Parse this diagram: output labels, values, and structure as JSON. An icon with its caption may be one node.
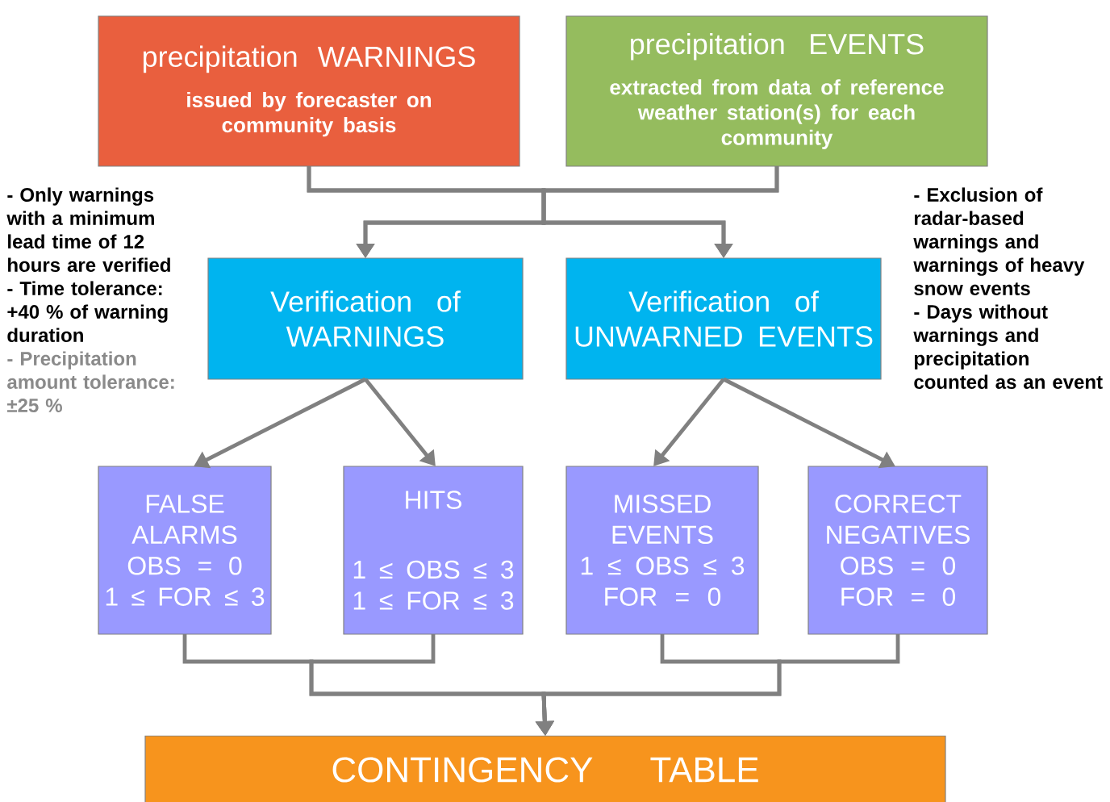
{
  "diagram": {
    "nodes": [
      {
        "text": [
          "precipitation WARNINGS",
          "issued by forecaster on community basis"
        ]
      },
      {
        "text": [
          "precipitation EVENTS",
          "extracted from data of reference weather station(s) for each community"
        ]
      },
      {
        "text": [
          "Verification of WARNINGS"
        ]
      },
      {
        "text": [
          "Verification of UNWARNED EVENTS"
        ]
      },
      {
        "text": [
          "FALSE ALARMS",
          "OBS = 0",
          "1 ≤ FOR ≤ 3"
        ]
      },
      {
        "text": [
          "HITS",
          "1 ≤ OBS ≤ 3",
          "1 ≤ FOR ≤ 3"
        ]
      },
      {
        "text": [
          "MISSED EVENTS",
          "1 ≤ OBS ≤ 3",
          "FOR = 0"
        ]
      },
      {
        "text": [
          "CORRECT NEGATIVES",
          "OBS = 0",
          "FOR = 0"
        ]
      },
      {
        "text": [
          "CONTINGENCY TABLE"
        ]
      }
    ],
    "edges": [
      {
        "from": 0,
        "to": 2,
        "arrow": "to"
      },
      {
        "from": 0,
        "to": 3,
        "arrow": "to"
      },
      {
        "from": 1,
        "to": 2,
        "arrow": "to"
      },
      {
        "from": 1,
        "to": 3,
        "arrow": "to"
      },
      {
        "from": 2,
        "to": 4,
        "arrow": "to"
      },
      {
        "from": 2,
        "to": 5,
        "arrow": "to"
      },
      {
        "from": 3,
        "to": 6,
        "arrow": "to"
      },
      {
        "from": 3,
        "to": 7,
        "arrow": "to"
      },
      {
        "from": 4,
        "to": 8,
        "arrow": "to"
      },
      {
        "from": 5,
        "to": 8,
        "arrow": "to"
      },
      {
        "from": 6,
        "to": 8,
        "arrow": "to"
      },
      {
        "from": 7,
        "to": 8,
        "arrow": "to"
      }
    ],
    "labels": [
      "- Only warnings with a minimum lead time of 12 hours are verified",
      "- Time tolerance: +40 % of warning duration",
      "- Precipitation amount tolerance: ±25 %",
      "- Exclusion of radar-based warnings and warnings of heavy snow events",
      "- Days without warnings and precipitation counted as an event"
    ]
  }
}
